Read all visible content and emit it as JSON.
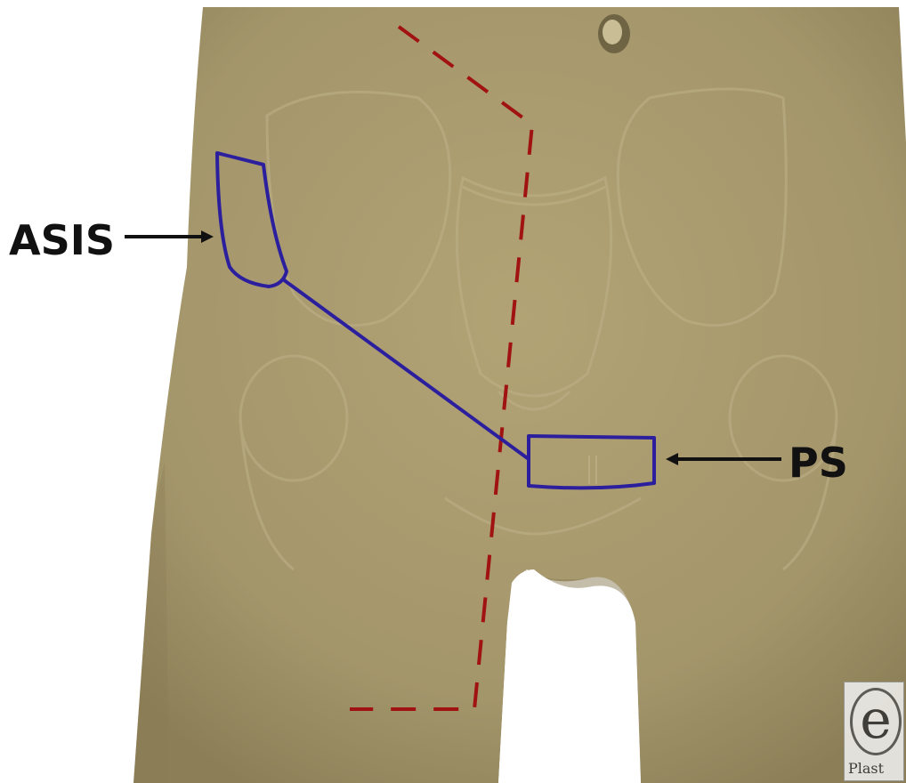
{
  "labels": {
    "asis": "ASIS",
    "ps": "PS"
  },
  "colors": {
    "skin": "#a89a6e",
    "skin_shadow": "#8f815a",
    "outline_blue": "#2b1f9e",
    "dashed_red": "#a11212",
    "label_text": "#111111"
  },
  "watermark": {
    "letter": "e",
    "word": "Plast"
  }
}
